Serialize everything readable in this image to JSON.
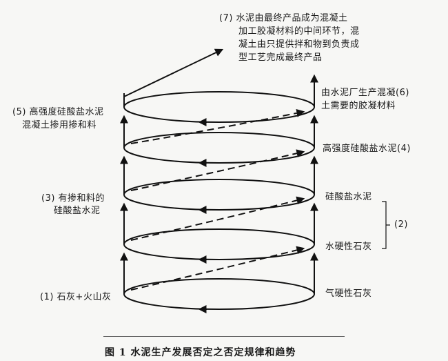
{
  "stages": [
    {
      "id": "1",
      "text": "(1) 石灰+火山灰"
    },
    {
      "id": "2",
      "text": "(2)"
    },
    {
      "id": "3a",
      "text": "(3) 有掺和料的"
    },
    {
      "id": "3b",
      "text": "硅酸盐水泥"
    },
    {
      "id": "4",
      "text": "高强度硅酸盐水泥(4)"
    },
    {
      "id": "5a",
      "text": "(5) 高强度硅酸盐水泥"
    },
    {
      "id": "5b",
      "text": "混凝土掺用掺和料"
    },
    {
      "id": "6a",
      "text": "由水泥厂生产混凝(6)"
    },
    {
      "id": "6b",
      "text": "土需要的胶凝材料"
    },
    {
      "id": "7a",
      "text": "(7) 水泥由最终产品成为混凝土"
    },
    {
      "id": "7b",
      "text": "加工胶凝材料的中间环节，混"
    },
    {
      "id": "7c",
      "text": "凝土由只提供拌和物到负责成"
    },
    {
      "id": "7d",
      "text": "型工艺完成最终产品"
    }
  ],
  "right_labels": {
    "air_lime": "气硬性石灰",
    "hydraulic_lime": "水硬性石灰",
    "silicate_cement": "硅酸盐水泥"
  },
  "caption": "图 1   水泥生产发展否定之否定规律和趋势"
}
